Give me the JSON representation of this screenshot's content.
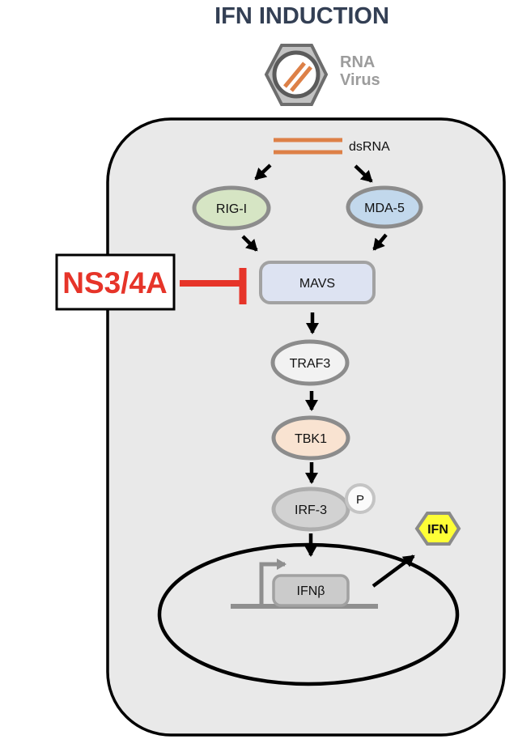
{
  "title": "IFN INDUCTION",
  "virus_icon": {
    "line1": "RNA",
    "line2": "Virus"
  },
  "labels": {
    "dsrna": "dsRNA",
    "rig_i": "RIG-I",
    "mda5": "MDA-5",
    "mavs": "MAVS",
    "traf3": "TRAF3",
    "tbk1": "TBK1",
    "irf3": "IRF-3",
    "phospho": "P",
    "ifnb_gene": "IFNβ",
    "ifn_product": "IFN",
    "inhibitor": "NS3/4A"
  },
  "colors": {
    "title_navy": "#333f54",
    "cell_fill": "#e9e9e9",
    "dsrna_orange": "#dd8047",
    "rig_i_green": "#d6e5c4",
    "mda5_blue": "#c2d8ec",
    "mavs_lavender": "#dde3f2",
    "traf3_white": "#f2f2f2",
    "tbk1_peach": "#f9e3d1",
    "irf3_gray": "#d2d2d2",
    "ifn_yellow": "#feff36",
    "gene_gray": "#cbcbcb",
    "inhibitor_red": "#e63429",
    "virus_hex_fill": "#c2c2c2",
    "virus_hex_border": "#6d6d6d"
  }
}
